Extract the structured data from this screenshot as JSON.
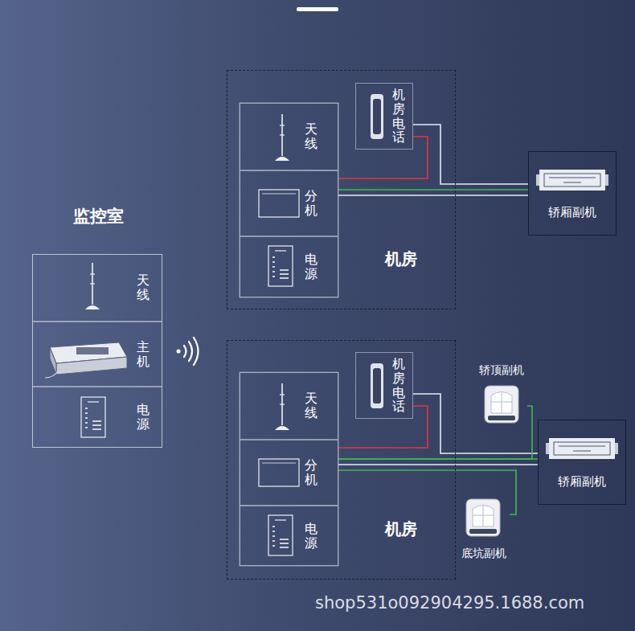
{
  "diagram": {
    "nodes": [
      {
        "text": [
          "监控室"
        ]
      },
      {
        "text": [
          "天线"
        ],
        "in": 0
      },
      {
        "text": [
          "主机"
        ],
        "in": 0
      },
      {
        "text": [
          "电源"
        ],
        "in": 0
      },
      {
        "text": [
          "机房"
        ]
      },
      {
        "text": [
          "天线"
        ],
        "in": 4
      },
      {
        "text": [
          "分机"
        ],
        "in": 4
      },
      {
        "text": [
          "电源"
        ],
        "in": 4
      },
      {
        "text": [
          "机房电话"
        ],
        "in": 4
      },
      {
        "text": [
          "轿厢副机"
        ]
      },
      {
        "text": [
          "机房"
        ]
      },
      {
        "text": [
          "天线"
        ],
        "in": 10
      },
      {
        "text": [
          "分机"
        ],
        "in": 10
      },
      {
        "text": [
          "电源"
        ],
        "in": 10
      },
      {
        "text": [
          "机房电话"
        ],
        "in": 10
      },
      {
        "text": [
          "轿顶副机"
        ]
      },
      {
        "text": [
          "轿厢副机"
        ]
      },
      {
        "text": [
          "底坑副机"
        ]
      }
    ],
    "edges": [
      {
        "from": 6,
        "to": 8,
        "arrow": "none"
      },
      {
        "from": 8,
        "to": 9,
        "arrow": "none"
      },
      {
        "from": 6,
        "to": 9,
        "arrow": "none"
      },
      {
        "from": 6,
        "to": 9,
        "arrow": "none"
      },
      {
        "from": 12,
        "to": 14,
        "arrow": "none"
      },
      {
        "from": 14,
        "to": 16,
        "arrow": "none"
      },
      {
        "from": 12,
        "to": 16,
        "arrow": "none"
      },
      {
        "from": 12,
        "to": 16,
        "arrow": "none"
      },
      {
        "from": 12,
        "to": 15,
        "arrow": "none"
      },
      {
        "from": 12,
        "to": 17,
        "arrow": "none"
      }
    ],
    "labels": [
      "shop531o092904295.1688.com"
    ]
  }
}
